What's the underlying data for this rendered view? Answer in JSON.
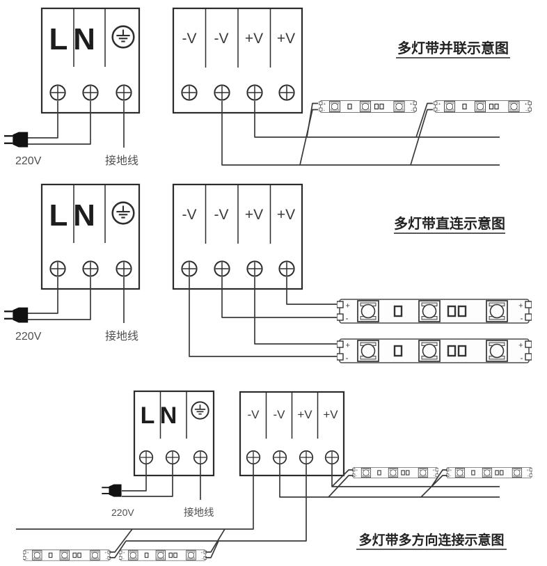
{
  "sections": {
    "parallel": {
      "title": "多灯带并联示意图"
    },
    "direct": {
      "title": "多灯带直连示意图"
    },
    "multi_direction": {
      "title": "多灯带多方向连接示意图"
    }
  },
  "power_supply": {
    "ac_terminals": {
      "live": "L",
      "neutral": "N"
    },
    "dc_terminals": [
      "-V",
      "-V",
      "+V",
      "+V"
    ],
    "mains_voltage": "220V",
    "ground_wire_label": "接地线"
  },
  "led_strip": {
    "positive": "+",
    "negative": "-"
  },
  "colors": {
    "line": "#3a3a3a",
    "box_border": "#2b2b2b",
    "text": "#333333",
    "label": "#4f4f4f",
    "background": "#ffffff"
  }
}
